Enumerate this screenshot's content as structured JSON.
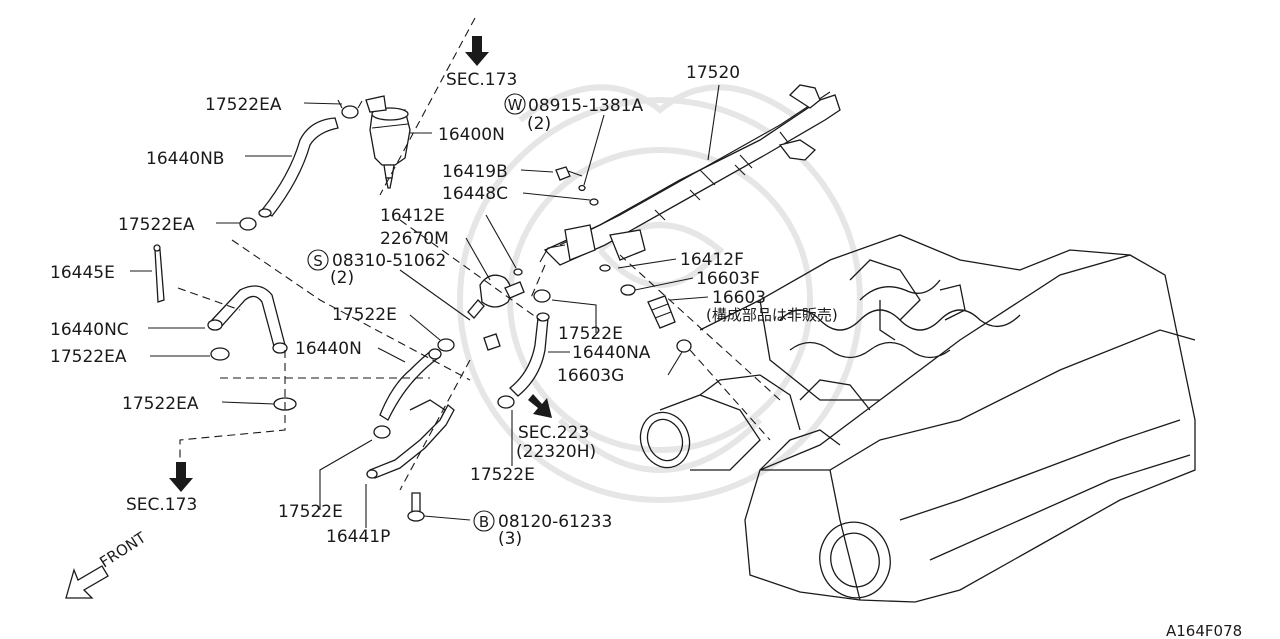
{
  "labels": {
    "sec173_top": "SEC.173",
    "p17520": "17520",
    "p08915": "08915-1381A",
    "p08915_qty": "(2)",
    "p17522EA_top": "17522EA",
    "p16400N": "16400N",
    "p16440NB": "16440NB",
    "p16419B": "16419B",
    "p16448C": "16448C",
    "p17522EA_2": "17522EA",
    "p16412E": "16412E",
    "p22670M": "22670M",
    "p08310": "08310-51062",
    "p08310_qty": "(2)",
    "p16445E": "16445E",
    "p16412F": "16412F",
    "p16603F": "16603F",
    "p16603": "16603",
    "p16603_note": "(構成部品は非販売)",
    "p17522E_a": "17522E",
    "p16440NC": "16440NC",
    "p17522E_b": "17522E",
    "p17522EA_3": "17522EA",
    "p16440N": "16440N",
    "p16440NA": "16440NA",
    "p16603G": "16603G",
    "p17522EA_4": "17522EA",
    "sec223": "SEC.223",
    "sec223_sub": "(22320H)",
    "p17522E_c": "17522E",
    "sec173_bottom": "SEC.173",
    "p17522E_d": "17522E",
    "p08120": "08120-61233",
    "p08120_qty": "(3)",
    "p16441P": "16441P",
    "front": "FRONT",
    "diagram_code": "A164F078"
  },
  "symbols": {
    "W": "W",
    "S": "S",
    "B": "B"
  },
  "colors": {
    "ink": "#1a1a1a",
    "watermark": "#e6e6e6",
    "background": "#ffffff"
  }
}
